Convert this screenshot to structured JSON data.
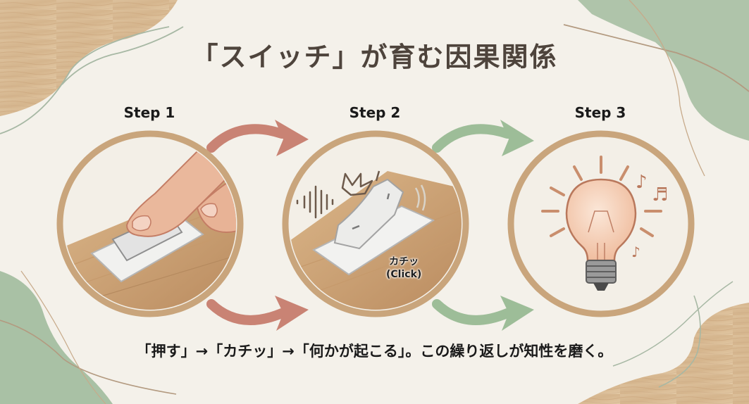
{
  "title": "「スイッチ」が育む因果関係",
  "steps": [
    {
      "label": "Step 1",
      "scene": "finger-pressing-switch"
    },
    {
      "label": "Step 2",
      "scene": "switch-clicking",
      "sound_label": "カチッ",
      "sound_label_en": "(Click)"
    },
    {
      "label": "Step 3",
      "scene": "light-bulb-glowing"
    }
  ],
  "caption": "「押す」→「カチッ」→「何かが起こる」。この繰り返しが知性を磨く。",
  "colors": {
    "background": "#f4f1ea",
    "title": "#4e443c",
    "wood": "#d9b88f",
    "sage": "#a9c1a5",
    "arrow_red": "#c98374",
    "arrow_green": "#9dbd98",
    "ring": "#c9a57c"
  }
}
